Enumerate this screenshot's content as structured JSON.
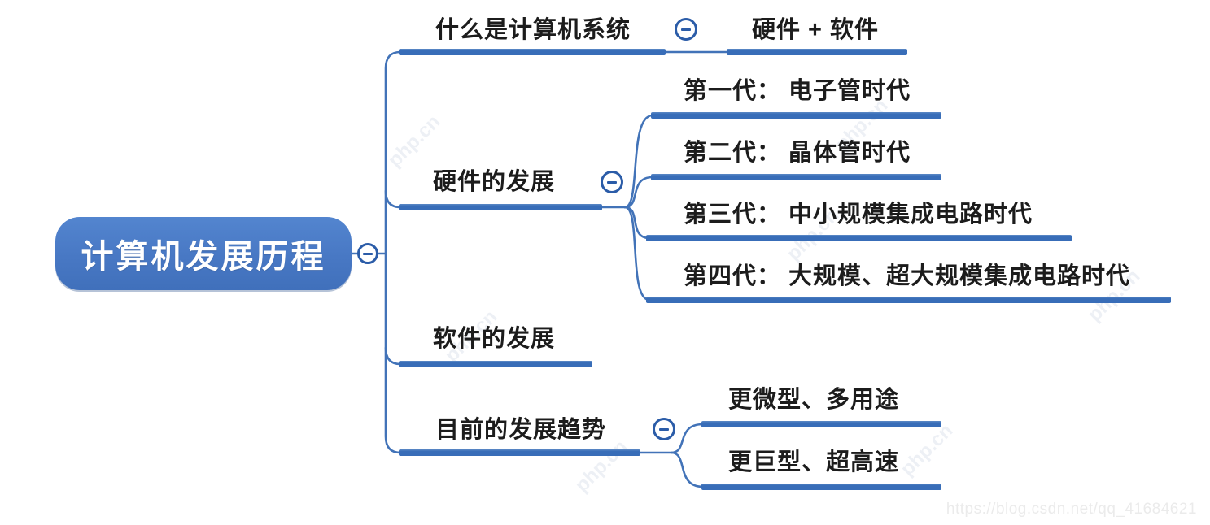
{
  "root": {
    "label": "计算机发展历程"
  },
  "branches": [
    {
      "label": "什么是计算机系统",
      "children": [
        {
          "label": "硬件 + 软件"
        }
      ]
    },
    {
      "label": "硬件的发展",
      "children": [
        {
          "label": "第一代： 电子管时代"
        },
        {
          "label": "第二代： 晶体管时代"
        },
        {
          "label": "第三代： 中小规模集成电路时代"
        },
        {
          "label": "第四代： 大规模、超大规模集成电路时代"
        }
      ]
    },
    {
      "label": "软件的发展",
      "children": []
    },
    {
      "label": "目前的发展趋势",
      "children": [
        {
          "label": "更微型、多用途"
        },
        {
          "label": "更巨型、超高速"
        }
      ]
    }
  ],
  "controls": {
    "collapse_glyph": "−"
  },
  "watermarks": {
    "diagonal": "php.cn",
    "url": "https://blog.csdn.net/qq_41684621"
  },
  "colors": {
    "node_fill": "#4878c4",
    "node_text": "#ffffff",
    "bar": "#386db8",
    "line": "#4273b8",
    "circle_stroke": "#2b5ca8",
    "topic_text": "#1c1c1c"
  }
}
